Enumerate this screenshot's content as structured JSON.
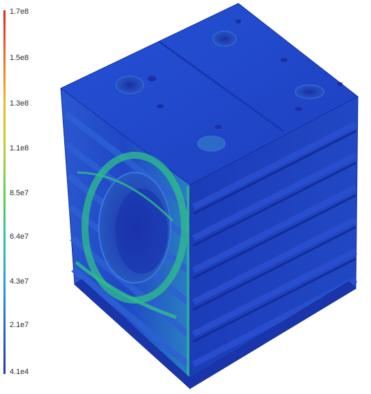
{
  "legend": {
    "ticks": [
      "1.7e8",
      "1.5e8",
      "1.3e8",
      "1.1e8",
      "8.5e7",
      "6.4e7",
      "4.3e7",
      "2.1e7",
      "4.1e4"
    ],
    "colors": [
      "#e0231c",
      "#ef6a1e",
      "#f0b52a",
      "#b8d036",
      "#5fcf4a",
      "#2fc4a0",
      "#20a0d8",
      "#2360d8",
      "#2a2fb8"
    ]
  },
  "model": {
    "base_color": "#1f45c8",
    "highlight_color": "#2fbf8a"
  }
}
